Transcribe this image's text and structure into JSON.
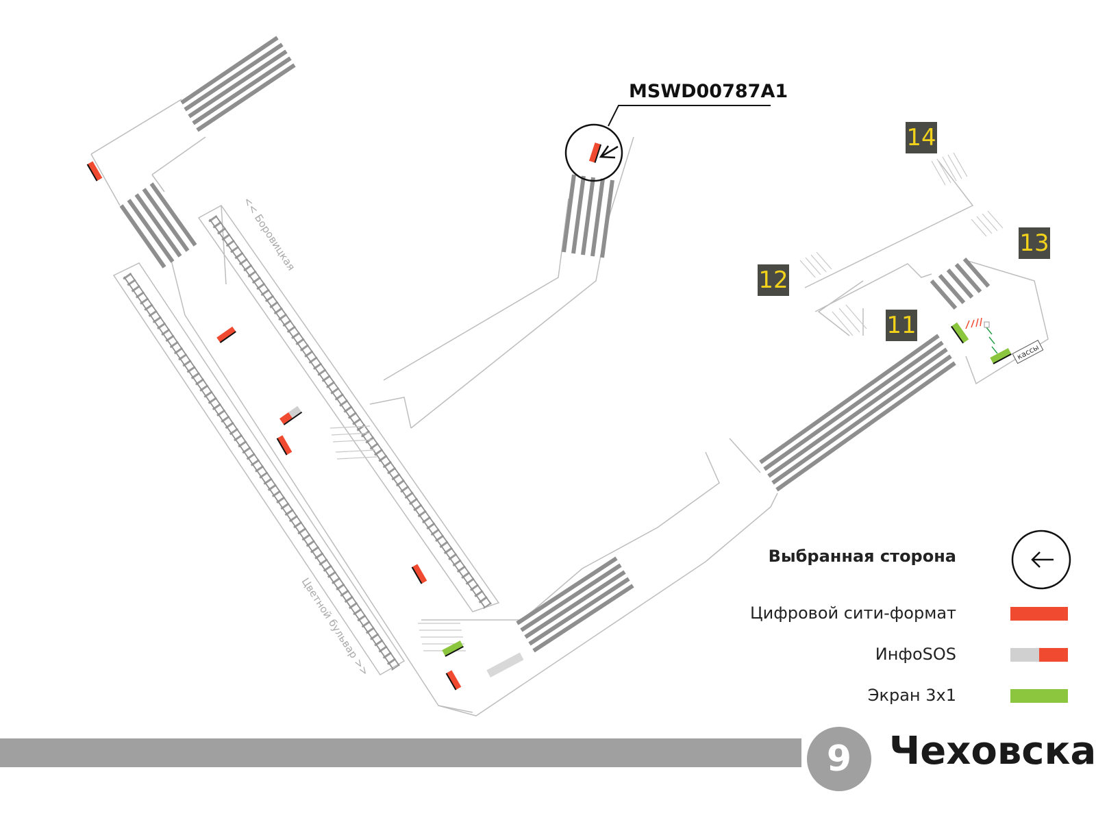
{
  "map": {
    "code_label": "MSWD00787A1",
    "exits": [
      "11",
      "12",
      "13",
      "14"
    ],
    "track_labels": {
      "borovitskaya": "<< Боровицкая",
      "tsvetnoy": "Цветной бульвар >>"
    },
    "kassy_label": "кассы"
  },
  "legend": {
    "selected_side": "Выбранная сторона",
    "digital_city_format": "Цифровой сити-формат",
    "infosos": "ИнфоSOS",
    "screen_3x1": "Экран 3x1"
  },
  "line": {
    "number": "9",
    "color": "#a0a0a0"
  },
  "station": {
    "name": "Чеховская"
  },
  "colors": {
    "digital": "#f04a30",
    "infosos_grey": "#d0d0d0",
    "screen": "#8cc63f",
    "exit_box_bg": "#4a4a44",
    "exit_box_text": "#f2d21b"
  }
}
